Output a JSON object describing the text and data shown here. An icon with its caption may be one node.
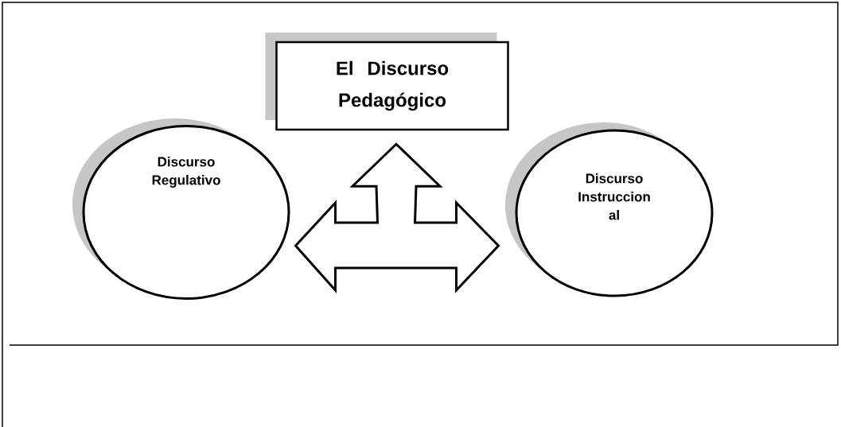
{
  "diagram": {
    "nodes": [
      {
        "text": [
          "El Discurso Pedagógico"
        ]
      },
      {
        "text": [
          "Discurso Regulativo"
        ]
      },
      {
        "text": [
          "Discurso Instruccion al"
        ]
      }
    ],
    "edges": [
      {
        "from": 1,
        "to": 2,
        "arrow": "both"
      },
      {
        "from": null,
        "to": 0,
        "arrow": "to"
      }
    ]
  }
}
